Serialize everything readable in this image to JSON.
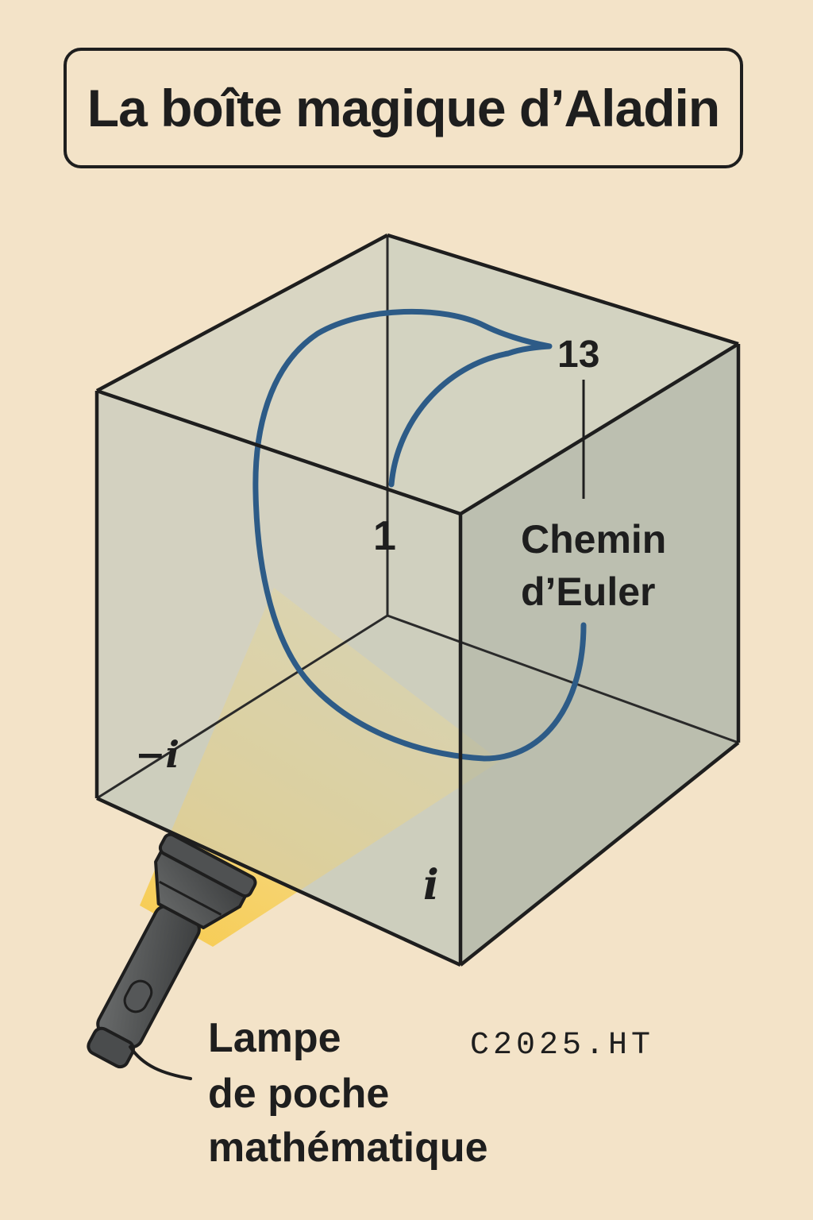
{
  "title": "La boîte magique d’Aladin",
  "labels": {
    "thirteen": "13",
    "one": "1",
    "minus_i": "−i",
    "i": "i",
    "chemin_line1": "Chemin",
    "chemin_line2": "d’Euler",
    "lamp_line1": "Lampe",
    "lamp_line2": "de poche",
    "lamp_line3": "mathématique",
    "credit": "C2025.HT"
  },
  "colors": {
    "background": "#f3e3c8",
    "path": "#2d5b87",
    "light_beam": "#f7d35a",
    "box_face": "#c8c9b8",
    "ink": "#1e1e1e"
  },
  "icons": [
    "flashlight-icon"
  ]
}
